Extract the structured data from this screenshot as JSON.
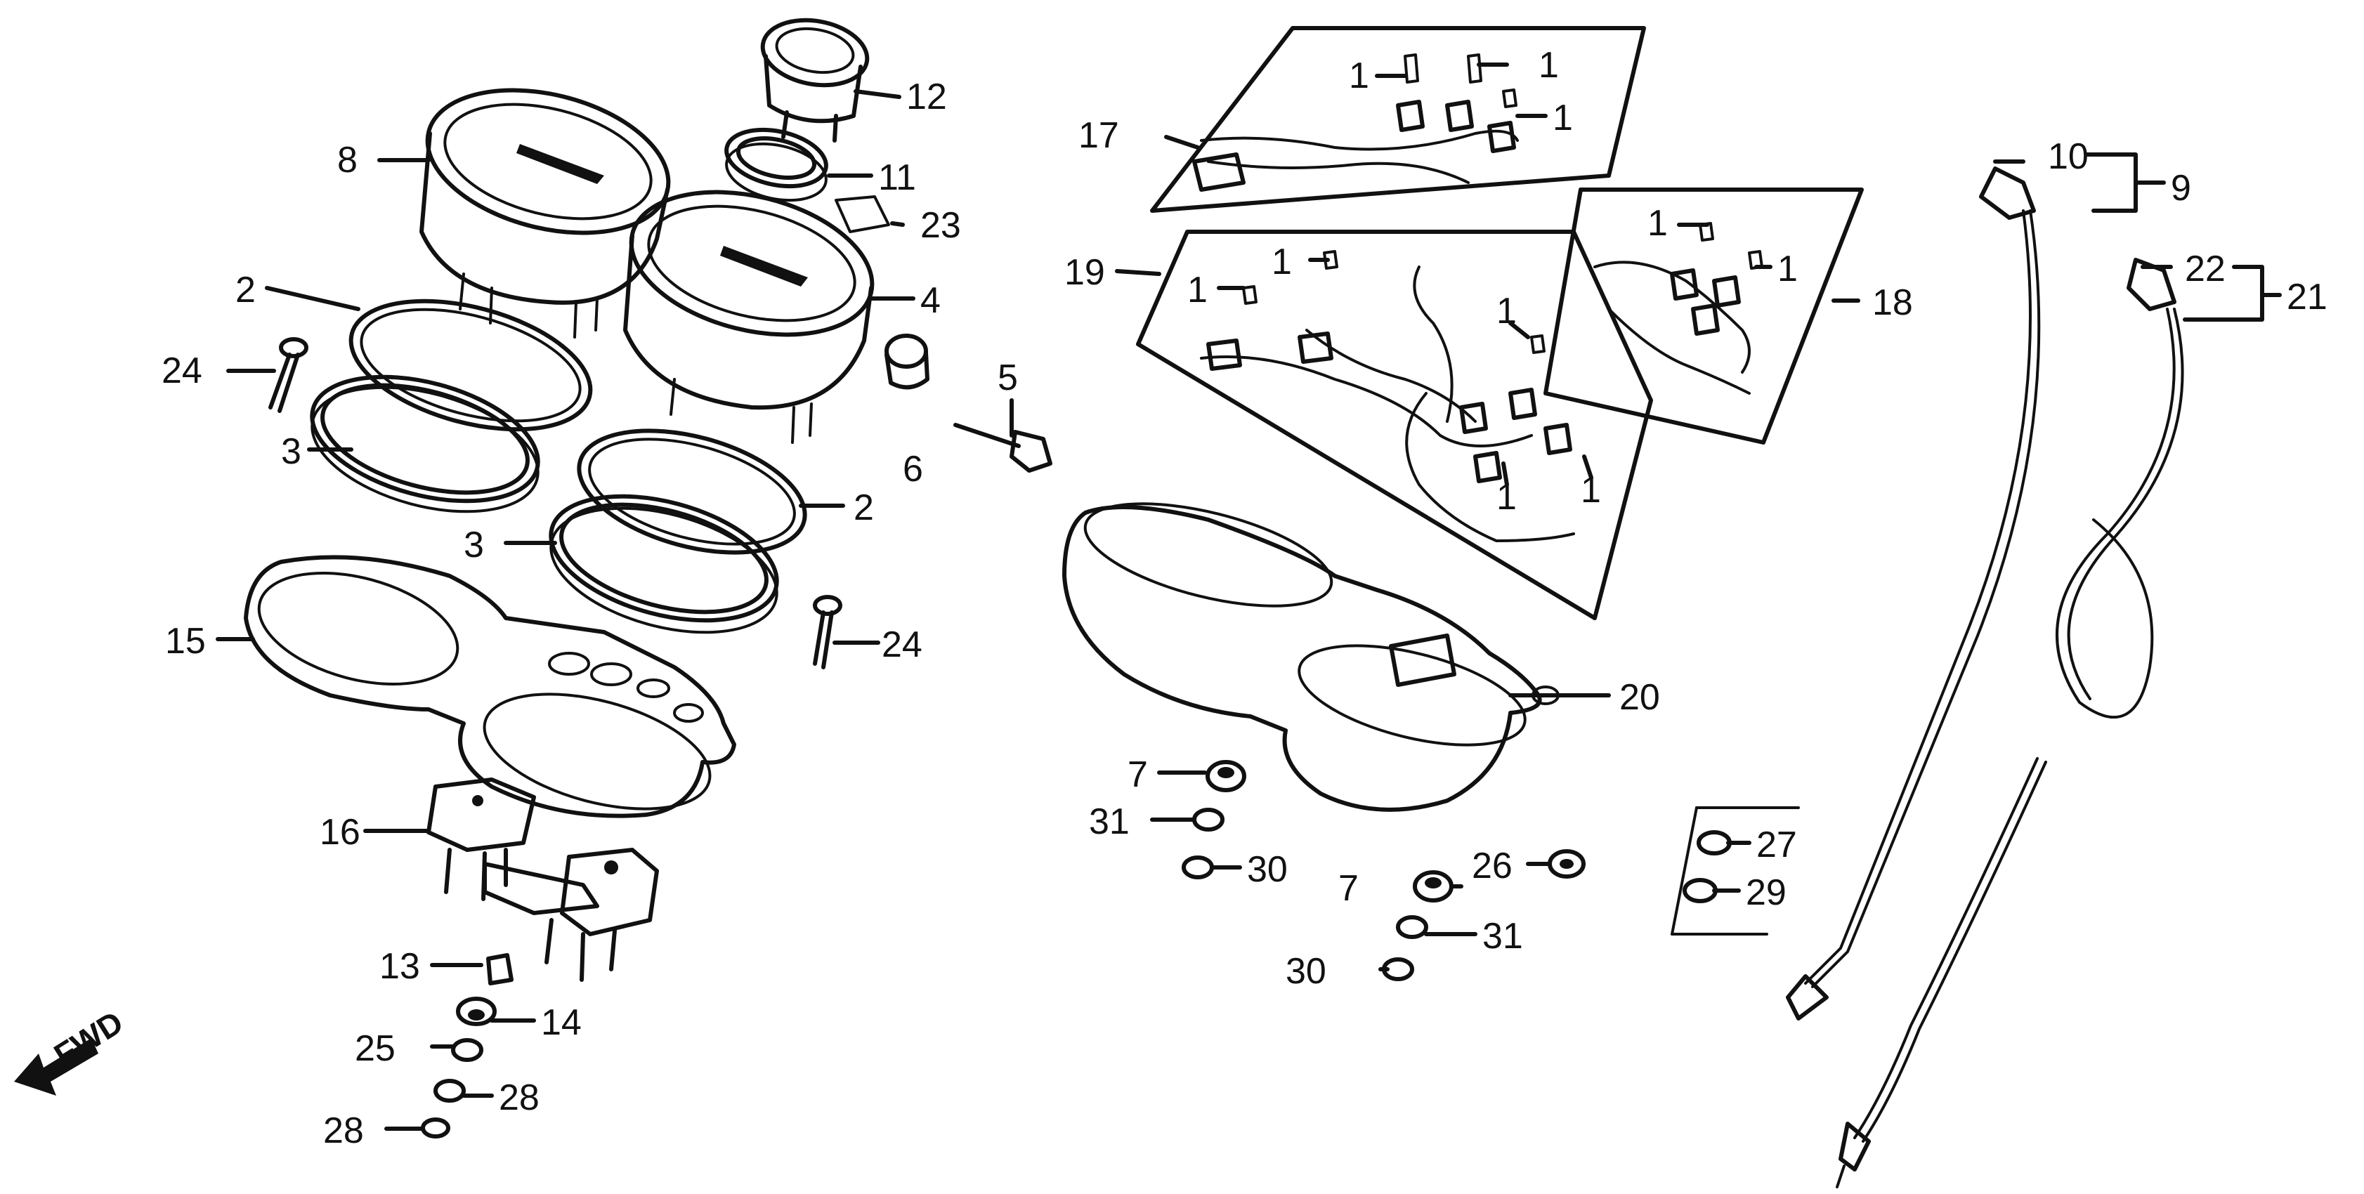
{
  "diagram": {
    "direction_label": "FWD",
    "callouts": {
      "c1": "1",
      "c2": "2",
      "c3": "3",
      "c4": "4",
      "c5": "5",
      "c6": "6",
      "c7": "7",
      "c8": "8",
      "c9": "9",
      "c10": "10",
      "c11": "11",
      "c12": "12",
      "c13": "13",
      "c14": "14",
      "c15": "15",
      "c16": "16",
      "c17": "17",
      "c18": "18",
      "c19": "19",
      "c20": "20",
      "c21": "21",
      "c22": "22",
      "c23": "23",
      "c24": "24",
      "c25": "25",
      "c26": "26",
      "c27": "27",
      "c28": "28",
      "c29": "29",
      "c30": "30",
      "c31": "31"
    }
  },
  "colors": {
    "ink": "#111111",
    "paper": "#ffffff"
  }
}
